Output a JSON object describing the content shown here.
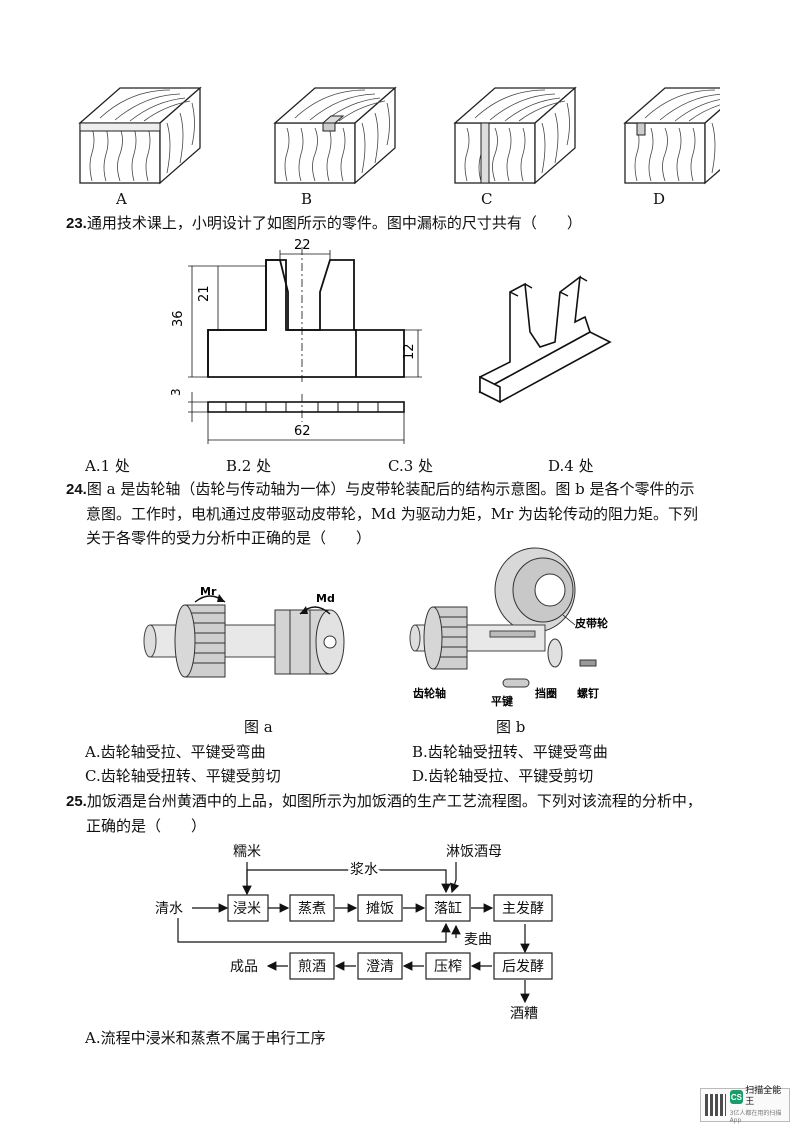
{
  "q22_figure": {
    "labels": [
      "A",
      "B",
      "C",
      "D"
    ]
  },
  "q23": {
    "number": "23.",
    "text": "通用技术课上，小明设计了如图所示的零件。图中漏标的尺寸共有（　　）",
    "dims": {
      "d22": "22",
      "d21": "21",
      "d36": "36",
      "d12": "12",
      "d3": "3",
      "d62": "62"
    },
    "options": [
      "A.1 处",
      "B.2 处",
      "C.3 处",
      "D.4 处"
    ]
  },
  "q24": {
    "number": "24.",
    "line1": "图 a 是齿轮轴（齿轮与传动轴为一体）与皮带轮装配后的结构示意图。图 b 是各个零件的示",
    "line2": "意图。工作时，电机通过皮带驱动皮带轮，Md 为驱动力矩，Mr 为齿轮传动的阻力矩。下列",
    "line3": "关于各零件的受力分析中正确的是（　　）",
    "fig_a": {
      "caption": "图 a",
      "mr": "Mr",
      "md": "Md"
    },
    "fig_b": {
      "caption": "图 b",
      "pulley": "皮带轮",
      "gear_shaft": "齿轮轴",
      "key": "平键",
      "washer": "挡圈",
      "screw": "螺钉"
    },
    "options": [
      "A.齿轮轴受拉、平键受弯曲",
      "B.齿轮轴受扭转、平键受弯曲",
      "C.齿轮轴受扭转、平键受剪切",
      "D.齿轮轴受拉、平键受剪切"
    ]
  },
  "q25": {
    "number": "25.",
    "line1": "加饭酒是台州黄酒中的上品，如图所示为加饭酒的生产工艺流程图。下列对该流程的分析中，",
    "line2": "正确的是（　　）",
    "flow": {
      "qingshui": "清水",
      "nuomi": "糯米",
      "jinmi": "浸米",
      "zhengzhu": "蒸煮",
      "tanfan": "摊饭",
      "luogang": "落缸",
      "zhufajiao": "主发酵",
      "jiangshui": "浆水",
      "linfan": "淋饭酒母",
      "maiqu": "麦曲",
      "houfajiao": "后发酵",
      "yazha": "压榨",
      "chengqing": "澄清",
      "jianjiu": "煎酒",
      "chengpin": "成品",
      "jiuzao": "酒糟"
    },
    "option_a": "A.流程中浸米和蒸煮不属于串行工序"
  },
  "badge": {
    "logo": "CS",
    "title": "扫描全能王",
    "sub": "3亿人都在用的扫描App"
  }
}
